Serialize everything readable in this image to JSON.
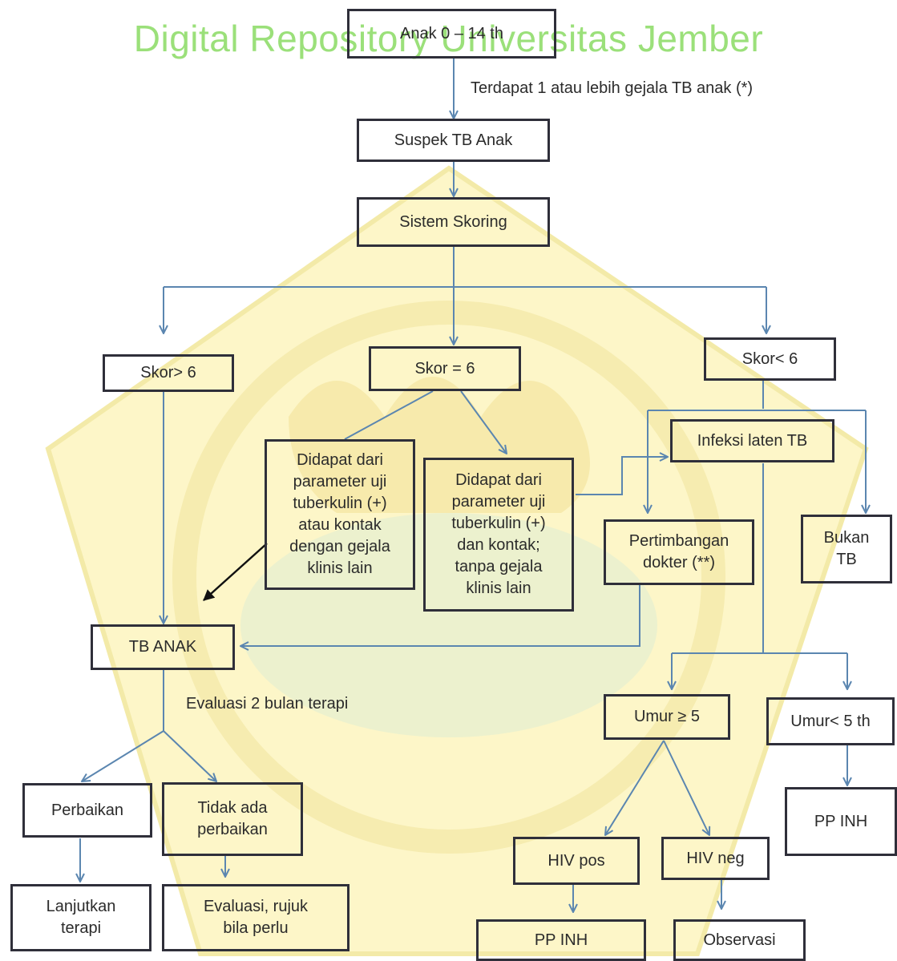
{
  "watermark": {
    "text": "Digital Repository Universitas Jember"
  },
  "nodes": {
    "anak": "Anak 0 – 14 th",
    "suspek": "Suspek TB Anak",
    "skoring": "Sistem Skoring",
    "skor_gt": "Skor> 6",
    "skor_eq": "Skor = 6",
    "skor_lt": "Skor< 6",
    "param_a": "Didapat dari\nparameter  uji\ntuberkulin (+)\natau kontak\ndengan gejala\nklinis lain",
    "param_b": "Didapat dari\nparameter uji\ntuberkulin (+)\ndan kontak;\ntanpa gejala\nklinis lain",
    "laten": "Infeksi  laten TB",
    "pertimbangan": "Pertimbangan\ndokter (**)",
    "bukan": "Bukan\nTB",
    "tb_anak": "TB ANAK",
    "umur_ge": "Umur ≥ 5",
    "umur_lt": "Umur< 5 th",
    "pp_inh_right": "PP INH",
    "perbaikan": "Perbaikan",
    "tidak": "Tidak ada\nperbaikan",
    "lanjutkan": "Lanjutkan\nterapi",
    "evaluasi_rujuk": "Evaluasi, rujuk\nbila perlu",
    "hiv_pos": "HIV pos",
    "hiv_neg": "HIV neg",
    "pp_inh_bottom": "PP INH",
    "observasi": "Observasi"
  },
  "labels": {
    "gejala": "Terdapat 1 atau lebih gejala TB anak (*)",
    "evaluasi": "Evaluasi 2 bulan terapi"
  },
  "colors": {
    "connector": "#5b86b0",
    "box_border": "#2f2f3a",
    "watermark": "#9be07a",
    "seal_fill": "#fdf6c8",
    "seal_accent": "#e7f0cf"
  }
}
